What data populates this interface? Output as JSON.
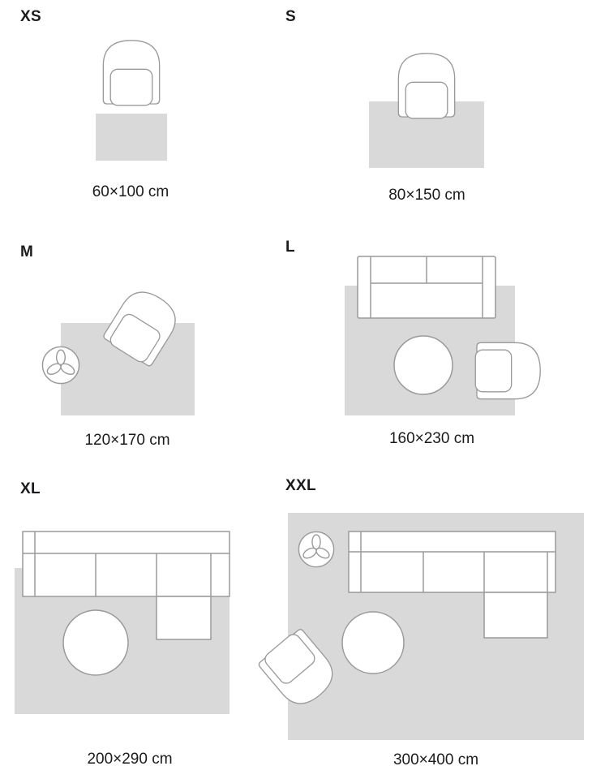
{
  "panels": [
    {
      "id": "xs",
      "label": "XS",
      "size": "60×100 cm"
    },
    {
      "id": "s",
      "label": "S",
      "size": "80×150 cm"
    },
    {
      "id": "m",
      "label": "M",
      "size": "120×170 cm"
    },
    {
      "id": "l",
      "label": "L",
      "size": "160×230 cm"
    },
    {
      "id": "xl",
      "label": "XL",
      "size": "200×290 cm"
    },
    {
      "id": "xxl",
      "label": "XXL",
      "size": "300×400 cm"
    }
  ],
  "colors": {
    "background": "#ffffff",
    "rug": "#d9d9d9",
    "outline": "#9a9a9a",
    "text": "#1b1b1d"
  },
  "icons": {
    "armchair": "armchair-top-view",
    "sofa": "two-seat-sofa-top-view",
    "corner_sofa": "corner-sofa-top-view",
    "coffee_table": "round-coffee-table-top-view",
    "plant": "potted-plant-top-view"
  }
}
